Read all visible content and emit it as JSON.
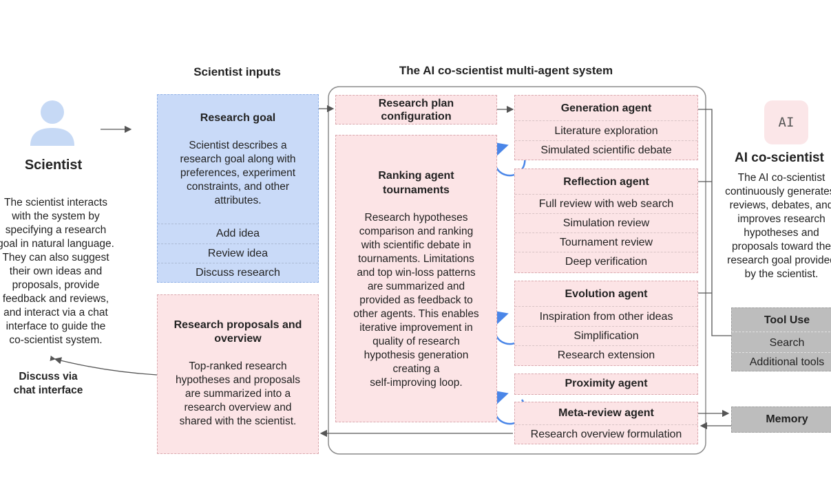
{
  "headers": {
    "scientist_inputs": "Scientist inputs",
    "system": "The AI co-scientist multi-agent system"
  },
  "scientist": {
    "title": "Scientist",
    "description_lines": [
      "The scientist interacts",
      "with the system by",
      "specifying a research",
      "goal in natural language.",
      "They can also suggest",
      "their own ideas and",
      "proposals, provide",
      "feedback and reviews,",
      "and interact via a chat",
      "interface to guide the",
      "co-scientist system."
    ],
    "chat_label_lines": [
      "Discuss via",
      "chat interface"
    ]
  },
  "research_goal": {
    "title": "Research goal",
    "description_lines": [
      "Scientist describes a",
      "research goal along with",
      "preferences, experiment",
      "constraints, and other",
      "attributes."
    ],
    "actions": [
      "Add idea",
      "Review idea",
      "Discuss research"
    ]
  },
  "proposals": {
    "title_lines": [
      "Research proposals and",
      "overview"
    ],
    "description_lines": [
      "Top-ranked research",
      "hypotheses and proposals",
      "are summarized into a",
      "research overview and",
      "shared with the scientist."
    ]
  },
  "plan_config": {
    "title_lines": [
      "Research plan",
      "configuration"
    ]
  },
  "ranking": {
    "title_lines": [
      "Ranking agent",
      "tournaments"
    ],
    "description_lines": [
      "Research hypotheses",
      "comparison and ranking",
      "with scientific debate in",
      "tournaments. Limitations",
      "and top win-loss patterns",
      "are summarized and",
      "provided as feedback to",
      "other agents. This enables",
      "iterative improvement in",
      "quality of research",
      "hypothesis generation",
      "creating a",
      "self-improving  loop."
    ]
  },
  "agents": {
    "generation": {
      "title": "Generation agent",
      "items": [
        "Literature exploration",
        "Simulated scientific debate"
      ]
    },
    "reflection": {
      "title": "Reflection agent",
      "items": [
        "Full review with web search",
        "Simulation review",
        "Tournament review",
        "Deep verification"
      ]
    },
    "evolution": {
      "title": "Evolution agent",
      "items": [
        "Inspiration from other ideas",
        "Simplification",
        "Research extension"
      ]
    },
    "proximity": {
      "title": "Proximity agent"
    },
    "meta_review": {
      "title": "Meta-review agent",
      "items": [
        "Research overview formulation"
      ]
    }
  },
  "ai": {
    "icon_label": "AI",
    "title": "AI co-scientist",
    "description_lines": [
      "The AI co-scientist",
      "continuously generates,",
      "reviews, debates, and",
      "improves research",
      "hypotheses and",
      "proposals toward the",
      "research goal provided",
      "by the scientist."
    ]
  },
  "tools": {
    "title": "Tool Use",
    "items": [
      "Search",
      "Additional tools"
    ]
  },
  "memory": {
    "title": "Memory"
  },
  "colors": {
    "pink": "#fce4e6",
    "blue": "#c9daf8",
    "gray": "#bdbdbd",
    "loop_arrow": "#4a86e8",
    "person_icon": "#c6d9f5"
  }
}
